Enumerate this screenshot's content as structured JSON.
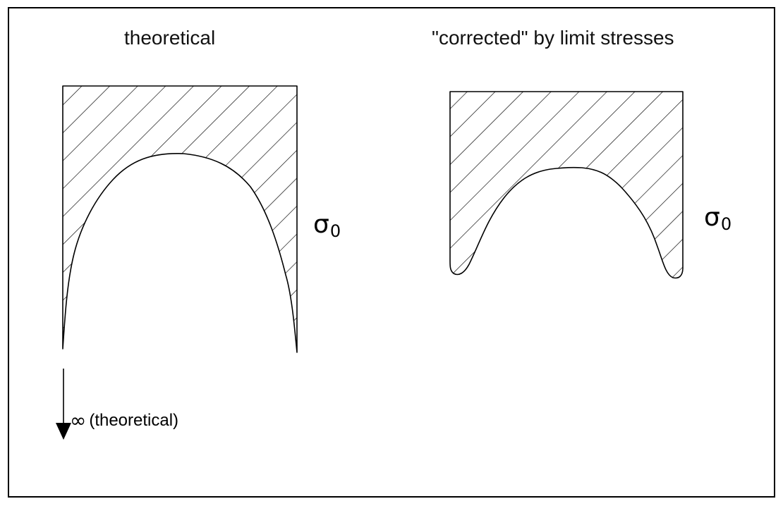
{
  "diagram": {
    "left_panel": {
      "title": "theoretical",
      "stress_symbol": "σ",
      "stress_subscript": "0",
      "limit_symbol": "∞",
      "limit_note": "(theoretical)"
    },
    "right_panel": {
      "title": "\"corrected\" by limit stresses",
      "stress_symbol": "σ",
      "stress_subscript": "0"
    },
    "colors": {
      "line": "#000000",
      "background": "#ffffff"
    }
  }
}
